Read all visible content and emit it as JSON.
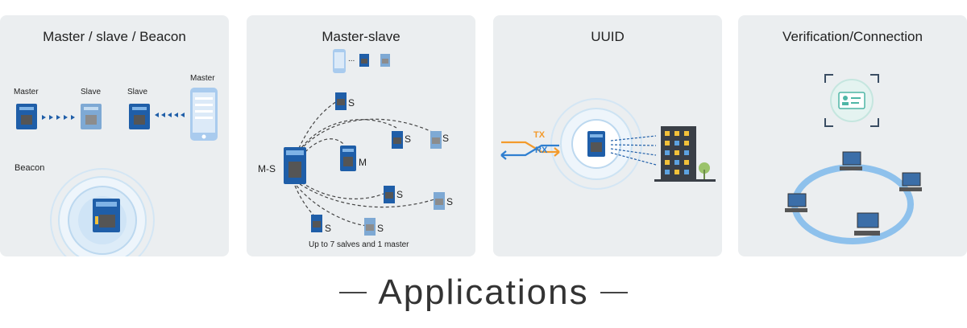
{
  "panels": [
    {
      "title": "Master / slave / Beacon",
      "labels": {
        "master": "Master",
        "slave1": "Slave",
        "slave2": "Slave",
        "master2": "Master",
        "beacon": "Beacon"
      }
    },
    {
      "title": "Master-slave",
      "labels": {
        "ms": "M-S",
        "m": "M",
        "s": "S",
        "caption": "Up to 7 salves and 1 master",
        "dots": "..."
      }
    },
    {
      "title": "UUID",
      "labels": {
        "tx": "TX",
        "rx": "RX"
      }
    },
    {
      "title": "Verification/Connection"
    }
  ],
  "footer": {
    "title": "Applications"
  },
  "colors": {
    "panel_bg": "#ebeef0",
    "module_blue": "#1f5ea8",
    "accent_orange": "#f39a2b",
    "accent_blue": "#2f7fd0",
    "ring": "#cde3f3"
  }
}
